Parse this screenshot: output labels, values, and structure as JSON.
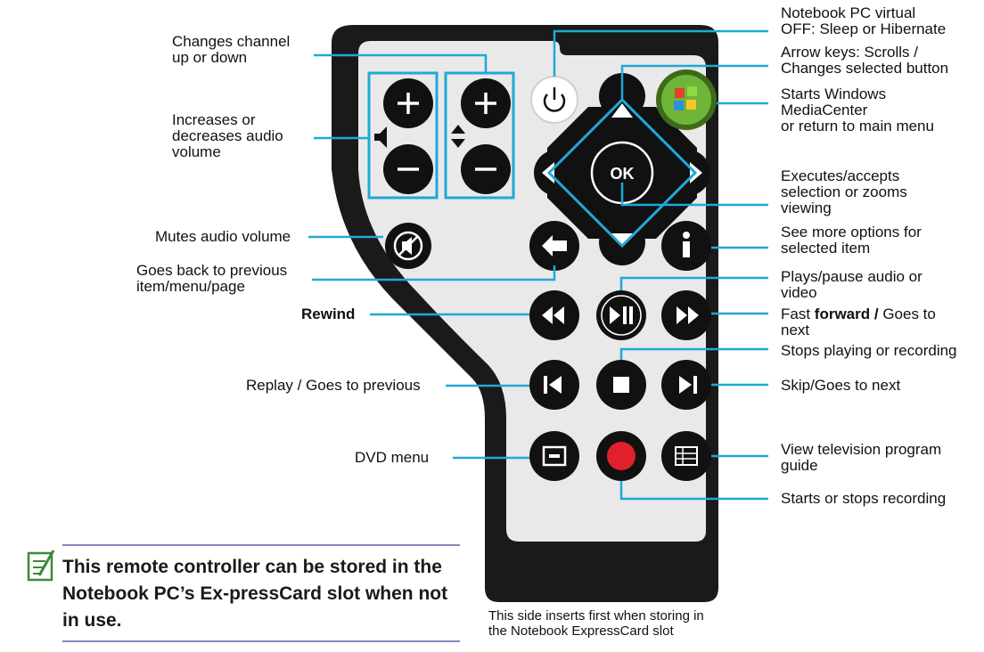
{
  "labels": {
    "channel": [
      "Changes channel",
      "up or down"
    ],
    "volume": [
      "Increases or",
      "decreases audio",
      "volume"
    ],
    "mute": "Mutes audio volume",
    "back": [
      "Goes back to previous",
      "item/menu/page"
    ],
    "rewind": "Rewind",
    "replay": "Replay / Goes to previous",
    "dvd": "DVD menu",
    "power": [
      "Notebook PC virtual",
      "OFF: Sleep or Hibernate"
    ],
    "arrows": [
      "Arrow keys: Scrolls /",
      "Changes selected button"
    ],
    "windows": [
      "Starts Windows",
      "MediaCenter",
      "or return to main menu"
    ],
    "ok": [
      "Executes/accepts",
      "selection or zooms",
      "viewing"
    ],
    "info": [
      "See more options for",
      "selected item"
    ],
    "play": [
      "Plays/pause audio or",
      "video"
    ],
    "fastforward_a": "Fast ",
    "fastforward_b": "forward /",
    "fastforward_c": " Goes to",
    "fastforward_d": "next",
    "stop": "Stops playing or recording",
    "skip": "Skip/Goes to next",
    "guide": [
      "View television program",
      "guide"
    ],
    "record": "Starts or stops recording"
  },
  "buttons": {
    "ok": "OK",
    "plus": "+",
    "minus": "−"
  },
  "note": "This remote controller can be stored in the Notebook PC’s Ex-pressCard slot when not in use.",
  "caption": [
    "This side inserts first when storing in",
    "the Notebook ExpressCard slot"
  ],
  "colors": {
    "callout": "#1fa9d8",
    "remote_body": "#1a1a1a",
    "record": "#e0202a",
    "note_rule": "#5a5fa8"
  }
}
